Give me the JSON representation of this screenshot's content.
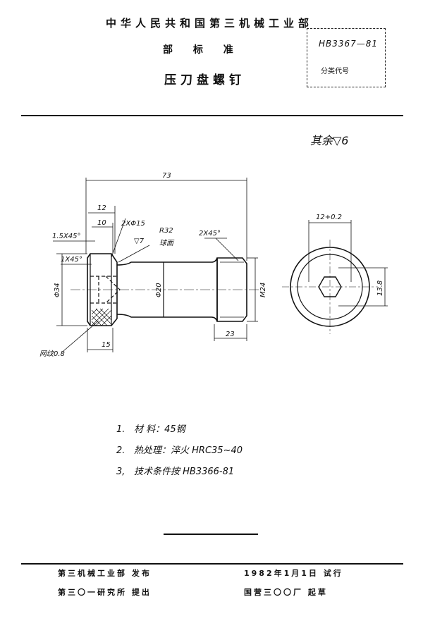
{
  "header": {
    "ministry": "中华人民共和国第三机械工业部",
    "standard_type": [
      "部",
      "标",
      "准"
    ],
    "title": "压刀盘螺钉",
    "std_code": "HB3367—81",
    "class_code_label": "分类代号"
  },
  "surface_finish_note": "其余▽6",
  "drawing_labels": {
    "overall_length": "73",
    "head_length": "12",
    "head_inner": "10",
    "holes": "2XΦ15",
    "chamfer_head": "1.5X45°",
    "chamfer_small": "1X45°",
    "radius": "R32",
    "sphere": "球面",
    "finish_sym": "▽7",
    "chamfer_thread": "2X45°",
    "head_dia": "Φ34",
    "shank_dia": "Φ20",
    "thread": "M24",
    "thread_len": "23",
    "knurl_len": "15",
    "knurl": "网纹0.8",
    "hex_size": "12+0.2",
    "hex_depth": "13.8"
  },
  "notes": [
    {
      "num": "1.",
      "text": "材  料：45钢"
    },
    {
      "num": "2.",
      "text": "热处理：淬火 HRC35~40"
    },
    {
      "num": "3,",
      "text": "技术条件按 HB3366-81"
    }
  ],
  "footer": {
    "publisher": "第三机械工业部  发布",
    "proposer": "第三〇一研究所  提出",
    "effective": "1982年1月1日 试行",
    "drafter": "国营三〇〇厂 起草"
  }
}
